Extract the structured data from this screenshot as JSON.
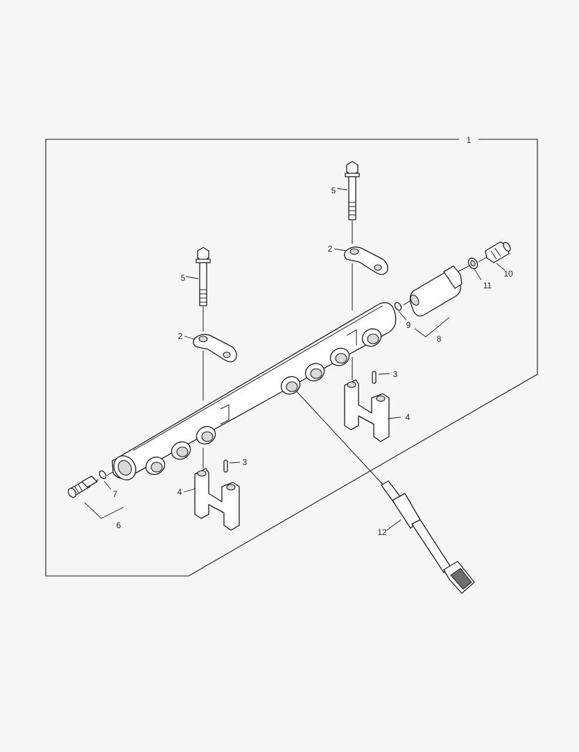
{
  "diagram": {
    "callouts": {
      "c1": "1",
      "c2a": "2",
      "c2b": "2",
      "c3a": "3",
      "c3b": "3",
      "c4a": "4",
      "c4b": "4",
      "c5a": "5",
      "c5b": "5",
      "c6": "6",
      "c7": "7",
      "c8": "8",
      "c9": "9",
      "c10": "10",
      "c11": "11",
      "c12": "12"
    },
    "colors": {
      "background": "#f6f6f6",
      "line": "#1a1a1a",
      "part_fill": "#ffffff",
      "shade": "#d9d9d9"
    }
  }
}
